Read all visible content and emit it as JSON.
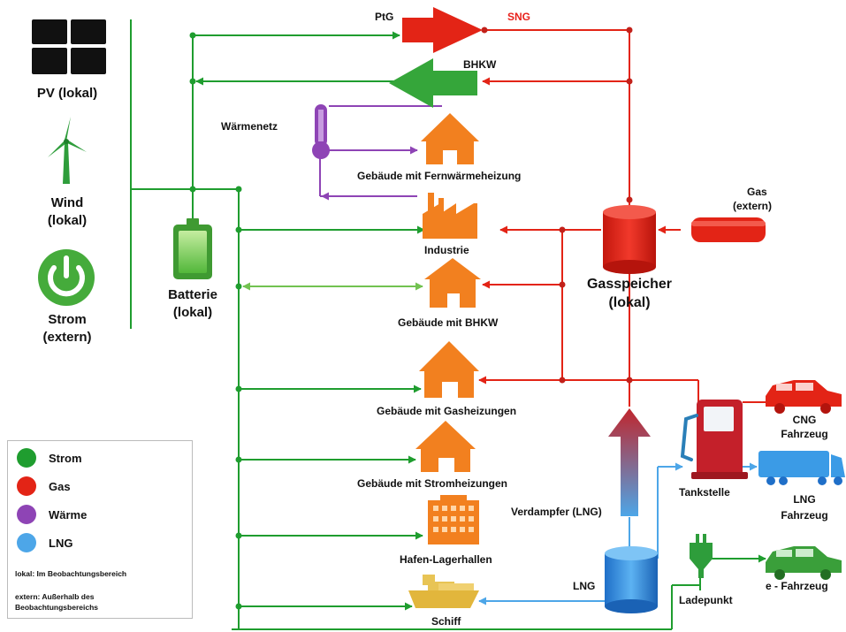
{
  "colors": {
    "strom": "#1f9d2f",
    "strom_light": "#72c251",
    "gas": "#e32416",
    "waerme": "#8e44b5",
    "lng": "#4da6e8",
    "building": "#f2801f"
  },
  "labels": {
    "pv": "PV (lokal)",
    "wind_1": "Wind",
    "wind_2": "(lokal)",
    "strom_1": "Strom",
    "strom_2": "(extern)",
    "batterie_1": "Batterie",
    "batterie_2": "(lokal)",
    "ptg": "PtG",
    "sng": "SNG",
    "bhkw": "BHKW",
    "waermenetz": "Wärmenetz",
    "fernwaerme": "Gebäude mit Fernwärmeheizung",
    "industrie": "Industrie",
    "gebaeude_bhkw": "Gebäude mit BHKW",
    "gasheizungen": "Gebäude mit Gasheizungen",
    "stromheizungen": "Gebäude mit Stromheizungen",
    "hafen": "Hafen-Lagerhallen",
    "schiff": "Schiff",
    "gas_extern_1": "Gas",
    "gas_extern_2": "(extern)",
    "gasspeicher_1": "Gasspeicher",
    "gasspeicher_2": "(lokal)",
    "verdampfer": "Verdampfer (LNG)",
    "lng": "LNG",
    "tankstelle": "Tankstelle",
    "cng_1": "CNG",
    "cng_2": "Fahrzeug",
    "lngf_1": "LNG",
    "lngf_2": "Fahrzeug",
    "ladepunkt": "Ladepunkt",
    "efahrzeug": "e - Fahrzeug"
  },
  "legend": {
    "items": [
      {
        "label": "Strom",
        "color": "#1f9d2f"
      },
      {
        "label": "Gas",
        "color": "#e32416"
      },
      {
        "label": "Wärme",
        "color": "#8e44b5"
      },
      {
        "label": "LNG",
        "color": "#4da6e8"
      }
    ],
    "note_lokal": "lokal: Im Beobachtungsbereich",
    "note_extern_1": "extern: Außerhalb des",
    "note_extern_2": "Beobachtungsbereichs"
  }
}
